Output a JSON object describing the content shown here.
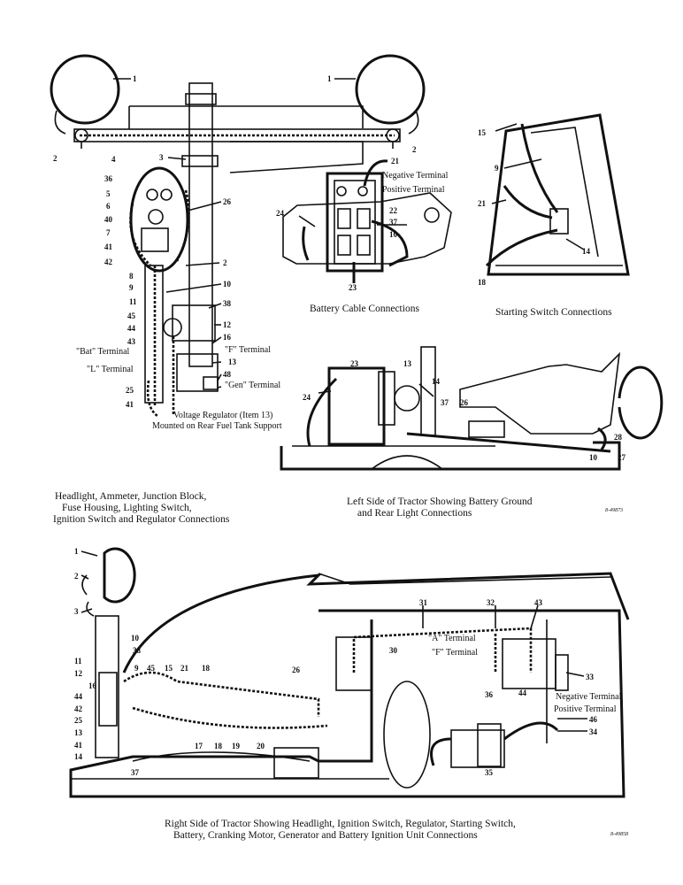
{
  "captions": {
    "headlight_line1": "Headlight, Ammeter, Junction Block,",
    "headlight_line2": "Fuse Housing, Lighting Switch,",
    "headlight_line3": "Ignition Switch and Regulator Connections",
    "battery_cable": "Battery Cable Connections",
    "starting_switch": "Starting Switch Connections",
    "left_side_line1": "Left Side of Tractor Showing Battery Ground",
    "left_side_line2": "and Rear Light Connections",
    "right_side_line1": "Right Side of Tractor Showing Headlight, Ignition Switch, Regulator, Starting Switch,",
    "right_side_line2": "Battery, Cranking Motor, Generator and Battery Ignition Unit Connections",
    "regulator_line1": "Voltage Regulator (Item 13)",
    "regulator_line2": "Mounted on Rear Fuel Tank Support"
  },
  "figure_refs": {
    "top": "8-49873",
    "bottom": "8-49858"
  },
  "terminals": {
    "negative": "Negative Terminal",
    "positive": "Positive Terminal",
    "bat": "\"Bat\" Terminal",
    "l": "\"L\" Terminal",
    "f": "\"F\" Terminal",
    "gen": "\"Gen\" Terminal",
    "a": "\"A\" Terminal"
  },
  "callouts": {
    "c1a": "1",
    "c1b": "1",
    "c2a": "2",
    "c2b": "2",
    "c3": "3",
    "c4": "4",
    "c36": "36",
    "c5": "5",
    "c6": "6",
    "c40": "40",
    "c7": "7",
    "c41": "41",
    "c42": "42",
    "c8": "8",
    "c9": "9",
    "c11": "11",
    "c45": "45",
    "c44": "44",
    "c43": "43",
    "c25": "25",
    "c41b": "41",
    "c26": "26",
    "c2c": "2",
    "c10": "10",
    "c38": "38",
    "c12": "12",
    "c16": "16",
    "c13": "13",
    "c48": "48",
    "c21": "21",
    "c22": "22",
    "c24": "24",
    "c37": "37",
    "c10b": "10",
    "c23": "23",
    "c15": "15",
    "c9b": "9",
    "c21b": "21",
    "c14": "14",
    "c18": "18",
    "c23b": "23",
    "c13b": "13",
    "c14b": "14",
    "c24b": "24",
    "c37b": "37",
    "c26b": "26",
    "c28": "28",
    "c10c": "10",
    "c27": "27",
    "d1": "1",
    "d2": "2",
    "d3": "3",
    "d10": "10",
    "d38": "38",
    "d11": "11",
    "d12": "12",
    "d16": "16",
    "d44": "44",
    "d42": "42",
    "d25": "25",
    "d13": "13",
    "d41": "41",
    "d14": "14",
    "d9": "9",
    "d45": "45",
    "d15": "15",
    "d21": "21",
    "d18": "18",
    "d26": "26",
    "d37": "37",
    "d17": "17",
    "d19": "19",
    "d20": "20",
    "d31": "31",
    "d32": "32",
    "d43": "43",
    "d30": "30",
    "d36": "36",
    "d44b": "44",
    "d33": "33",
    "d46": "46",
    "d34": "34",
    "d35": "35"
  }
}
